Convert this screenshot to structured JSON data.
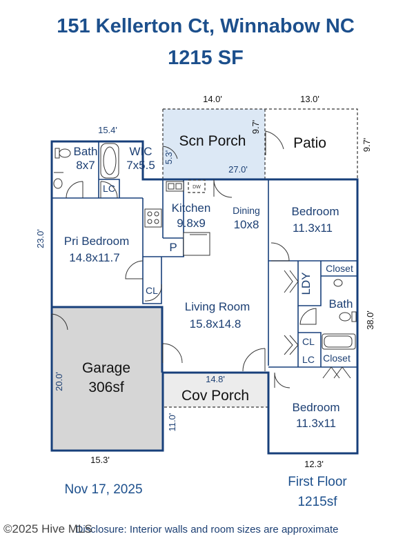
{
  "header": {
    "address": "151 Kellerton Ct, Winnabow NC",
    "area": "1215 SF"
  },
  "rooms": {
    "scn_porch": "Scn Porch",
    "patio": "Patio",
    "bath_main": {
      "name": "Bath",
      "size": "8x7"
    },
    "wic": {
      "name": "WIC",
      "size": "7x5.5"
    },
    "lc_main": "LC",
    "kitchen": {
      "name": "Kitchen",
      "size": "9.8x9"
    },
    "pantry": "P",
    "dw": "DW",
    "dining": {
      "name": "Dining",
      "size": "10x8"
    },
    "bedroom_1": {
      "name": "Bedroom",
      "size": "11.3x11"
    },
    "pri_bedroom": {
      "name": "Pri Bedroom",
      "size": "14.8x11.7"
    },
    "ldy": "LDY",
    "closet_top": "Closet",
    "bath_2": "Bath",
    "cl_pri": "CL",
    "living_room": {
      "name": "Living Room",
      "size": "15.8x14.8"
    },
    "cl_hall": "CL",
    "lc_hall": "LC",
    "closet_bottom": "Closet",
    "garage": {
      "name": "Garage",
      "size": "306sf"
    },
    "cov_porch": "Cov Porch",
    "bedroom_2": {
      "name": "Bedroom",
      "size": "11.3x11"
    }
  },
  "dimensions": {
    "scn_porch_width": "14.0'",
    "patio_width": "13.0'",
    "scn_porch_depth": "9.7'",
    "patio_depth": "9.7'",
    "master_top": "15.4'",
    "wic_side": "5.3'",
    "porch_length": "27.0'",
    "left_depth": "23.0'",
    "right_depth": "38.0'",
    "garage_depth": "20.0'",
    "cov_porch_width": "14.8'",
    "cov_porch_depth": "11.0'",
    "garage_width": "15.3'",
    "bottom_right": "12.3'"
  },
  "footer": {
    "date": "Nov 17, 2025",
    "floor": "First Floor",
    "floor_area": "1215sf",
    "disclaimer": "Disclosure: Interior walls and room sizes are approximate",
    "watermark": "©2025 Hive MLS"
  },
  "colors": {
    "wall": "#173f7a",
    "title": "#1c4f8c",
    "scn_porch_fill": "#dce8f5",
    "garage_fill": "#d6d6d6",
    "cov_porch_fill": "#ececec"
  }
}
